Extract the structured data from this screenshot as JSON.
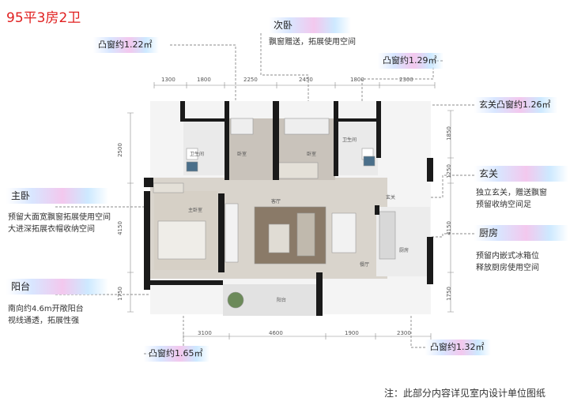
{
  "title": "95平3房2卫",
  "callouts": {
    "bay_window_1": "凸窗约1.22㎡",
    "second_bedroom": "次卧",
    "second_bedroom_desc": "飘窗赠送，拓展使用空间",
    "bay_window_2": "凸窗约1.29㎡",
    "foyer_bay": "玄关凸窗约1.26㎡",
    "foyer": "玄关",
    "foyer_desc": [
      "独立玄关，赠送飘窗",
      "预留收纳空间足"
    ],
    "master": "主卧",
    "master_desc": [
      "预留大面宽飘窗拓展使用空间",
      "大进深拓展衣帽收纳空间"
    ],
    "kitchen": "厨房",
    "kitchen_desc": [
      "预留内嵌式冰箱位",
      "释放厨房使用空间"
    ],
    "balcony": "阳台",
    "balcony_desc": [
      "南向约4.6m开敞阳台",
      "视线通透，拓展性强"
    ],
    "bay_window_3": "凸窗约1.65㎡",
    "bay_window_4": "凸窗约1.32㎡"
  },
  "dimensions": {
    "top": [
      "1300",
      "1800",
      "2250",
      "2450",
      "1800",
      "2300"
    ],
    "bottom": [
      "3100",
      "4600",
      "1900",
      "2300"
    ],
    "left": [
      "2500",
      "4150",
      "1750"
    ],
    "right": [
      "1850",
      "1250",
      "4150",
      "1750"
    ]
  },
  "rooms": {
    "bath1": "卫生间",
    "bed1": "卧室",
    "bed2": "卧室",
    "bath2": "卫生间",
    "master": "主卧室",
    "living": "客厅",
    "foyer": "玄关",
    "dining": "餐厅",
    "kitchen": "厨房",
    "balcony": "阳台"
  },
  "note": "注：此部分内容详见室内设计单位图纸"
}
